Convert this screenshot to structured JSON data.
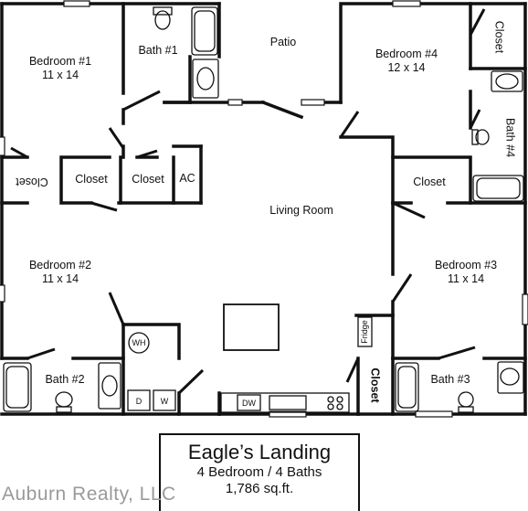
{
  "rooms": {
    "bedroom1": {
      "name": "Bedroom #1",
      "size": "11 x 14"
    },
    "bedroom2": {
      "name": "Bedroom #2",
      "size": "11 x 14"
    },
    "bedroom3": {
      "name": "Bedroom #3",
      "size": "11 x 14"
    },
    "bedroom4": {
      "name": "Bedroom #4",
      "size": "12 x 14"
    },
    "bath1": "Bath #1",
    "bath2": "Bath #2",
    "bath3": "Bath #3",
    "bath4": "Bath #4",
    "patio": "Patio",
    "living": "Living Room",
    "closet": "Closet",
    "ac": "AC"
  },
  "appliances": {
    "water_heater": "WH",
    "dryer": "D",
    "washer": "W",
    "dishwasher": "DW",
    "fridge": "Fridge"
  },
  "title": {
    "name": "Eagle’s Landing",
    "beds_baths": "4 Bedroom / 4 Baths",
    "area": "1,786 sq.ft."
  },
  "watermark": "Auburn Realty, LLC"
}
